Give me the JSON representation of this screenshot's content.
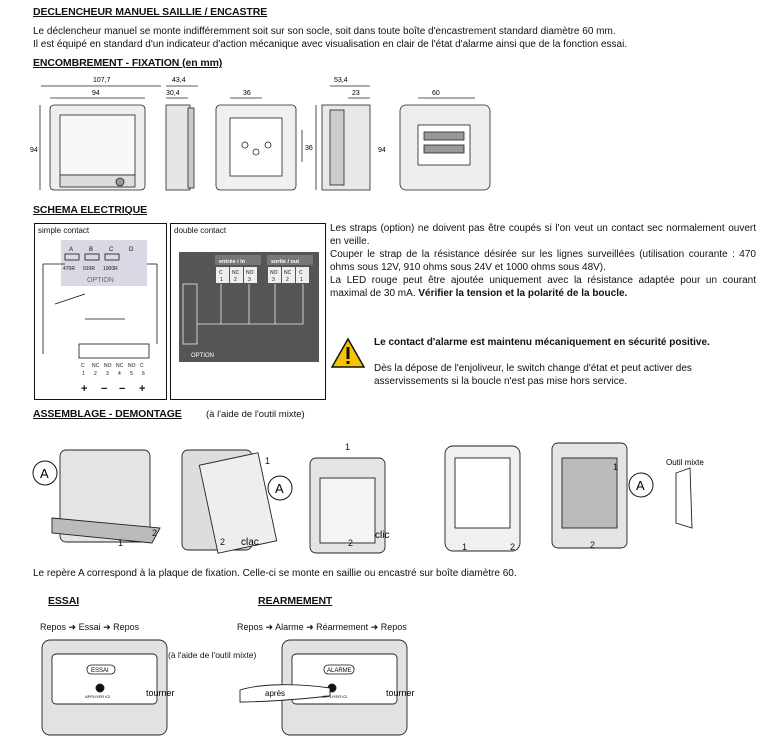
{
  "sections": {
    "title": "DECLENCHEUR MANUEL SAILLIE / ENCASTRE",
    "intro1": "Le déclencheur manuel se monte indifféremment soit sur son socle, soit dans toute boîte d'encastrement standard diamètre 60 mm.",
    "intro2": "Il est équipé en standard d'un indicateur d'action mécanique avec visualisation en clair de l'état d'alarme ainsi que de la fonction essai.",
    "encombrement": "ENCOMBREMENT - FIXATION (en mm)",
    "schema": "SCHEMA ELECTRIQUE",
    "assemblage": "ASSEMBLAGE - DEMONTAGE",
    "assemblage_note": "(à l'aide de l'outil mixte)",
    "essai": "ESSAI",
    "rearmement": "REARMEMENT"
  },
  "dimensions": {
    "d1077": "107,7",
    "d94a": "94",
    "d94side": "94",
    "d434": "43,4",
    "d304": "30,4",
    "d36a": "36",
    "d36b": "36",
    "d534": "53,4",
    "d23": "23",
    "d94b": "94",
    "d60": "60"
  },
  "schema": {
    "simple_title": "simple contact",
    "double_title": "double contact",
    "terminals_top": [
      "A",
      "B",
      "C",
      "D"
    ],
    "resistors": [
      "470R",
      "910R",
      "1000R"
    ],
    "option": "OPTION",
    "bottom_terminals": [
      "C",
      "NC",
      "NO",
      "NC",
      "NO",
      "C"
    ],
    "bottom_nums": [
      "1",
      "2",
      "3",
      "4",
      "5",
      "6"
    ],
    "polarity": [
      "+",
      "−",
      "−",
      "+"
    ],
    "entree": "entrée / in",
    "sortie": "sortie / out",
    "double_terms": [
      "C",
      "NC",
      "NO",
      "NO",
      "NC",
      "C"
    ],
    "double_nums": [
      "1",
      "2",
      "3",
      "3",
      "2",
      "1"
    ],
    "option2": "OPTION"
  },
  "straps_text": [
    "Les straps (option) ne doivent pas être coupés si l'on veut un contact sec normalement ouvert en veille.",
    "Couper le strap de la résistance désirée sur les lignes surveillées (utilisation courante : 470 ohms sous 12V, 910 ohms sous 24V et 1000 ohms sous 48V).",
    "La LED rouge peut être ajoutée uniquement avec la résistance adaptée pour un courant maximal de 30 mA. "
  ],
  "straps_bold": "Vérifier la tension et la polarité de la boucle.",
  "warning_bold": "Le contact d'alarme est maintenu mécaniquement en sécurité positive.",
  "warning_text": "Dès la dépose de l'enjoliveur, le switch change d'état et peut activer des asservissements si la boucle n'est pas mise hors service.",
  "assembly_labels": {
    "a": "A",
    "one": "1",
    "two": "2",
    "clac": "clac",
    "clic": "clic",
    "outil": "Outil mixte"
  },
  "repere": "Le repère A correspond à la plaque de fixation. Celle-ci se monte en saillie ou encastré sur boîte diamètre 60.",
  "essai": {
    "flow": [
      "Repos",
      "Essai",
      "Repos"
    ],
    "note": "(à l'aide de l'outil mixte)",
    "label": "ESSAI",
    "appuyer": "APPUYER ICI",
    "tourner": "tourner"
  },
  "rearm": {
    "flow": [
      "Repos",
      "Alarme",
      "Réarmement",
      "Repos"
    ],
    "label": "ALARME",
    "apres": "après",
    "appuyer": "APPUYER ICI",
    "tourner": "tourner"
  }
}
